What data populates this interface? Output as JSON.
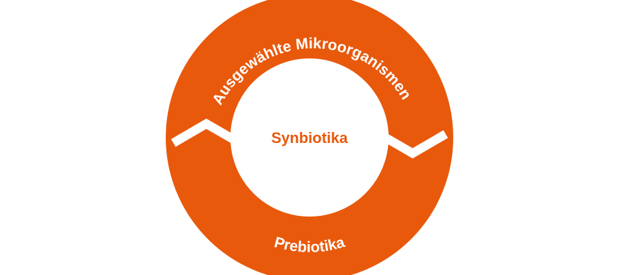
{
  "diagram": {
    "center_label": "Synbiotika",
    "top_segment_label": "Ausgewählte Mikroorganismen",
    "bottom_segment_label": "Prebiotika"
  },
  "colors": {
    "ring": "#E8590C",
    "center_text": "#E8590C",
    "segment_text": "#FFFFFF",
    "background": "#FFFFFF"
  }
}
